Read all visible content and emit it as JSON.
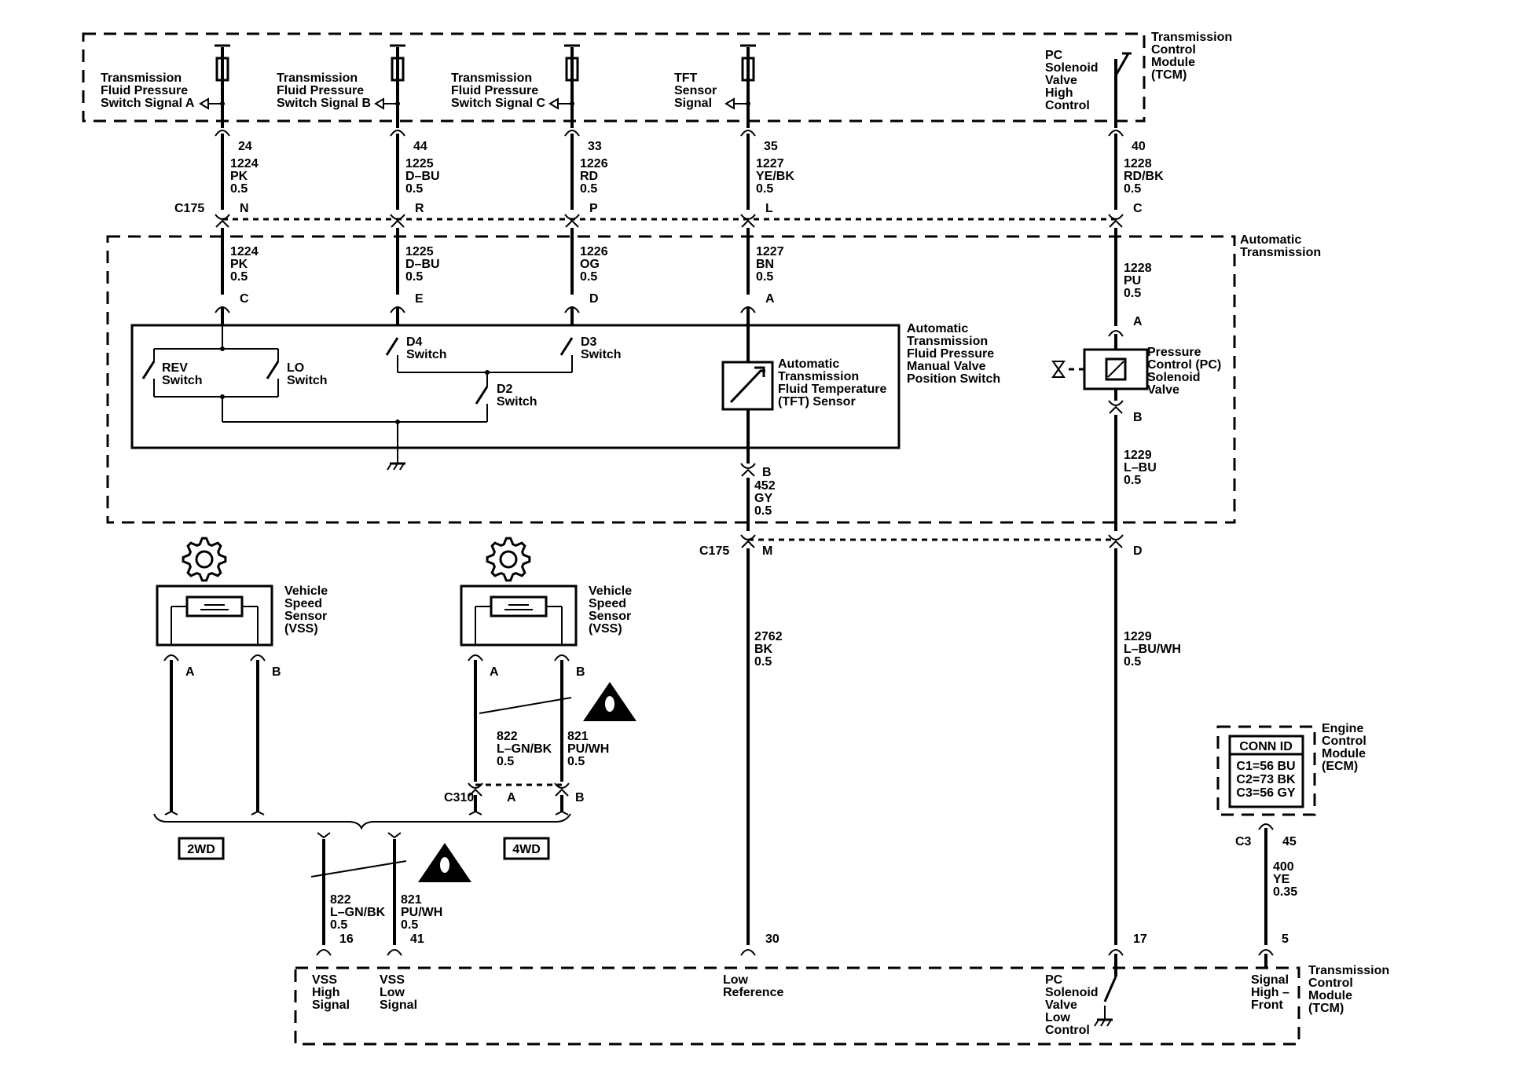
{
  "tcm_top": {
    "title": [
      "Transmission",
      "Control",
      "Module",
      "(TCM)"
    ],
    "pc_high": [
      "PC",
      "Solenoid",
      "Valve",
      "High",
      "Control"
    ]
  },
  "signals": [
    {
      "label": [
        "Transmission",
        "Fluid Pressure",
        "Switch Signal A"
      ],
      "pin": "24",
      "circuit": "1224",
      "color": "PK",
      "gauge": "0.5",
      "c175": "N",
      "circuit2": "1224",
      "color2": "PK",
      "gauge2": "0.5",
      "sw_pin": "C"
    },
    {
      "label": [
        "Transmission",
        "Fluid Pressure",
        "Switch Signal B"
      ],
      "pin": "44",
      "circuit": "1225",
      "color": "D–BU",
      "gauge": "0.5",
      "c175": "R",
      "circuit2": "1225",
      "color2": "D–BU",
      "gauge2": "0.5",
      "sw_pin": "E"
    },
    {
      "label": [
        "Transmission",
        "Fluid Pressure",
        "Switch Signal C"
      ],
      "pin": "33",
      "circuit": "1226",
      "color": "RD",
      "gauge": "0.5",
      "c175": "P",
      "circuit2": "1226",
      "color2": "OG",
      "gauge2": "0.5",
      "sw_pin": "D"
    },
    {
      "label": [
        "TFT",
        "Sensor",
        "Signal"
      ],
      "pin": "35",
      "circuit": "1227",
      "color": "YE/BK",
      "gauge": "0.5",
      "c175": "L",
      "circuit2": "1227",
      "color2": "BN",
      "gauge2": "0.5",
      "sw_pin": "A"
    }
  ],
  "pc_high_wire": {
    "pin": "40",
    "circuit": "1228",
    "color": "RD/BK",
    "gauge": "0.5",
    "c175": "C",
    "circuit2": "1228",
    "color2": "PU",
    "gauge2": "0.5",
    "sol_pin_a": "A",
    "sol_pin_b": "B",
    "circuit3": "1229",
    "color3": "L–BU",
    "gauge3": "0.5",
    "c175_b": "D",
    "circuit4": "1229",
    "color4": "L–BU/WH",
    "gauge4": "0.5",
    "tcm_pin": "17"
  },
  "c175_label": "C175",
  "automatic_transmission": [
    "Automatic",
    "Transmission"
  ],
  "switch_assembly": [
    "Automatic",
    "Transmission",
    "Fluid Pressure",
    "Manual Valve",
    "Position Switch"
  ],
  "switches": {
    "rev": [
      "REV",
      "Switch"
    ],
    "lo": [
      "LO",
      "Switch"
    ],
    "d4": [
      "D4",
      "Switch"
    ],
    "d3": [
      "D3",
      "Switch"
    ],
    "d2": [
      "D2",
      "Switch"
    ]
  },
  "tft_sensor": [
    "Automatic",
    "Transmission",
    "Fluid Temperature",
    "(TFT) Sensor"
  ],
  "pc_solenoid": [
    "Pressure",
    "Control (PC)",
    "Solenoid",
    "Valve"
  ],
  "tft_ground_wire": {
    "pin": "B",
    "circuit": "452",
    "color": "GY",
    "gauge": "0.5",
    "c175": "M",
    "circuit2": "2762",
    "color2": "BK",
    "gauge2": "0.5",
    "tcm_pin": "30"
  },
  "vss": {
    "label": [
      "Vehicle",
      "Speed",
      "Sensor",
      "(VSS)"
    ],
    "pin_a": "A",
    "pin_b": "B",
    "w822": {
      "circuit": "822",
      "color": "L–GN/BK",
      "gauge": "0.5"
    },
    "w821": {
      "circuit": "821",
      "color": "PU/WH",
      "gauge": "0.5"
    },
    "c310": "C310",
    "c310_a": "A",
    "c310_b": "B",
    "option_2wd": "2WD",
    "option_4wd": "4WD",
    "tcm_pin_high": "16",
    "tcm_pin_low": "41"
  },
  "ecm": {
    "title": [
      "Engine",
      "Control",
      "Module",
      "(ECM)"
    ],
    "conn_id": "CONN ID",
    "conns": [
      "C1=56 BU",
      "C2=73 BK",
      "C3=56 GY"
    ],
    "conn": "C3",
    "pin": "45",
    "circuit": "400",
    "color": "YE",
    "gauge": "0.35",
    "tcm_pin": "5"
  },
  "tcm_bottom": {
    "title": [
      "Transmission",
      "Control",
      "Module",
      "(TCM)"
    ],
    "vss_high": [
      "VSS",
      "High",
      "Signal"
    ],
    "vss_low": [
      "VSS",
      "Low",
      "Signal"
    ],
    "low_ref": [
      "Low",
      "Reference"
    ],
    "pc_low": [
      "PC",
      "Solenoid",
      "Valve",
      "Low",
      "Control"
    ],
    "sig_high": [
      "Signal",
      "High –",
      "Front"
    ]
  }
}
